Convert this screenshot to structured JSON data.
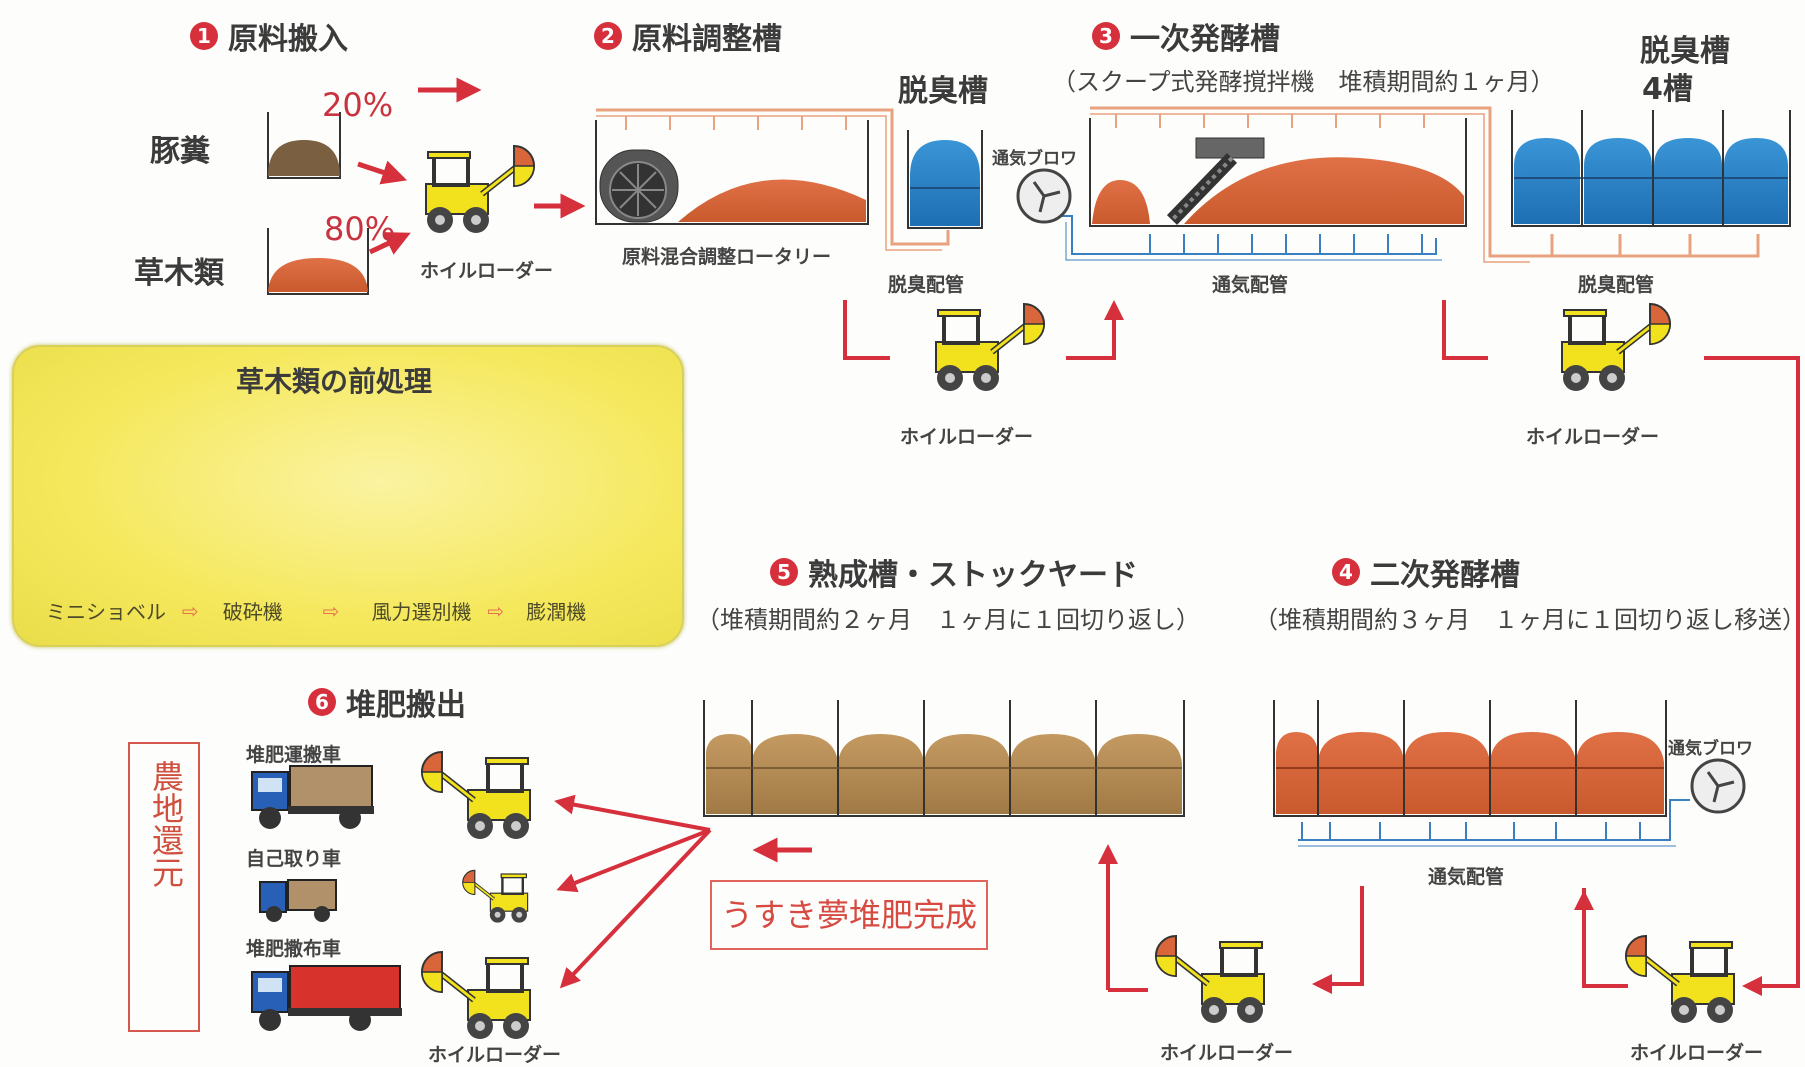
{
  "steps": {
    "s1": {
      "num": "1",
      "title": "原料搬入"
    },
    "s2": {
      "num": "2",
      "title": "原料調整槽"
    },
    "s3": {
      "num": "3",
      "title": "一次発酵槽",
      "sub": "（スクープ式発酵撹拌機　堆積期間約１ヶ月）"
    },
    "s4": {
      "num": "4",
      "title": "二次発酵槽",
      "sub": "（堆積期間約３ヶ月　１ヶ月に１回切り返し移送）"
    },
    "s5": {
      "num": "5",
      "title": "熟成槽・ストックヤード",
      "sub": "（堆積期間約２ヶ月　１ヶ月に１回切り返し）"
    },
    "s6": {
      "num": "6",
      "title": "堆肥搬出"
    }
  },
  "materials": {
    "pig": "豚糞",
    "plant": "草木類",
    "pct_pig": "20%",
    "pct_plant": "80%"
  },
  "labels": {
    "wheel_loader": "ホイルローダー",
    "rotary": "原料混合調整ロータリー",
    "deodor_tank": "脱臭槽",
    "deodor_tank4_line1": "脱臭槽",
    "deodor_tank4_line2": "4槽",
    "deodor_pipe": "脱臭配管",
    "blower": "通気ブロワ",
    "air_pipe": "通気配管"
  },
  "pretreatment": {
    "title": "草木類の前処理",
    "steps": [
      "ミニショベル",
      "破砕機",
      "風力選別機",
      "膨潤機"
    ],
    "arrow": "⇨"
  },
  "export": {
    "truck1": "堆肥運搬車",
    "truck2": "自己取り車",
    "truck3": "堆肥撒布車",
    "kanban": "農地還元",
    "complete": "うすき夢堆肥完成"
  },
  "colors": {
    "accent_red": "#d6303d",
    "compost_orange": "#d9663a",
    "deodor_blue": "#2e86c8",
    "mature_brown": "#b08955",
    "pig_brown": "#7a5f40",
    "loader_yellow": "#f2e11d"
  }
}
